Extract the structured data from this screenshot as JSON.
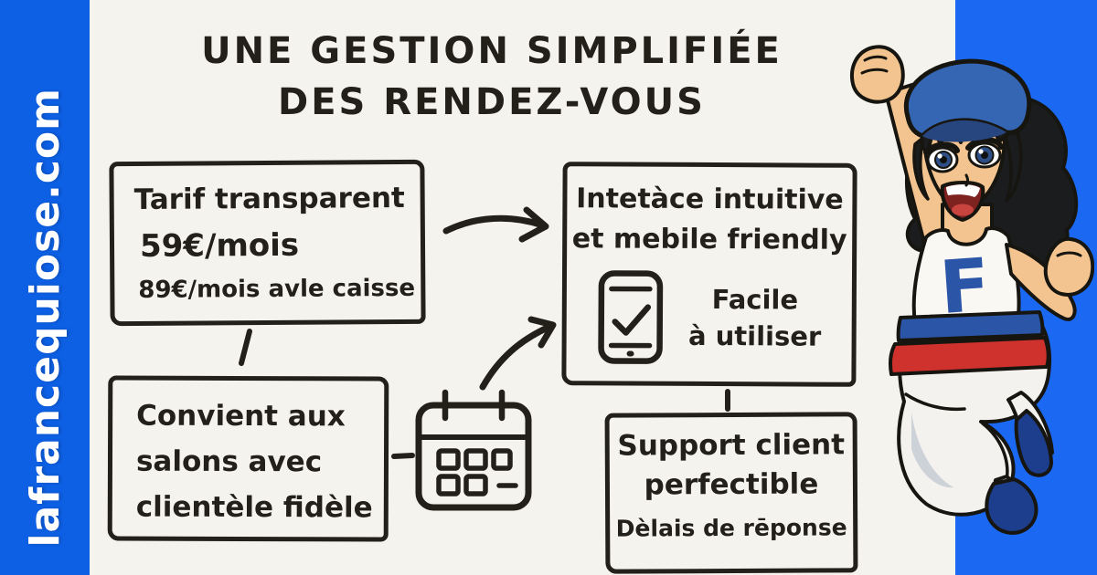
{
  "brand": {
    "url": "lafrancequiose.com"
  },
  "title": {
    "line1": "UNE GESTION SIMPLIFIÉE",
    "line2": "DES RENDEZ-VOUS"
  },
  "boxes": {
    "pricing": {
      "title": "Tarif transparent",
      "price_main": "59€/mois",
      "price_alt": "89€/mois avle caisse"
    },
    "interface": {
      "line1": "Intetàce intuitive",
      "line2": "et mebile friendly",
      "caption_line1": "Facile",
      "caption_line2": "à utiliser"
    },
    "audience": {
      "line1": "Convient aux",
      "line2": "salons avec",
      "line3": "clientèle fidèle"
    },
    "support": {
      "line1": "Support client",
      "line2": "perfectible",
      "line3": "Dèlais de rēponse"
    }
  },
  "mascot": {
    "letter": "F"
  },
  "icons": {
    "calendar": "calendar-icon",
    "phone_check": "phone-check-icon",
    "arrow_right": "curved-arrow-right-icon",
    "arrow_up_right": "curved-arrow-up-right-icon"
  },
  "colors": {
    "left_bar_blue": "#0d5fe3",
    "right_panel_blue": "#1b69f2",
    "paper": "#f5f3ed",
    "ink": "#232019",
    "text_white": "#ffffff",
    "mascot_blue": "#2b56a8",
    "mascot_red": "#cf312c",
    "beret_blue": "#3566b4",
    "boot_navy": "#1d3e8c",
    "skin": "#f3c48f"
  }
}
